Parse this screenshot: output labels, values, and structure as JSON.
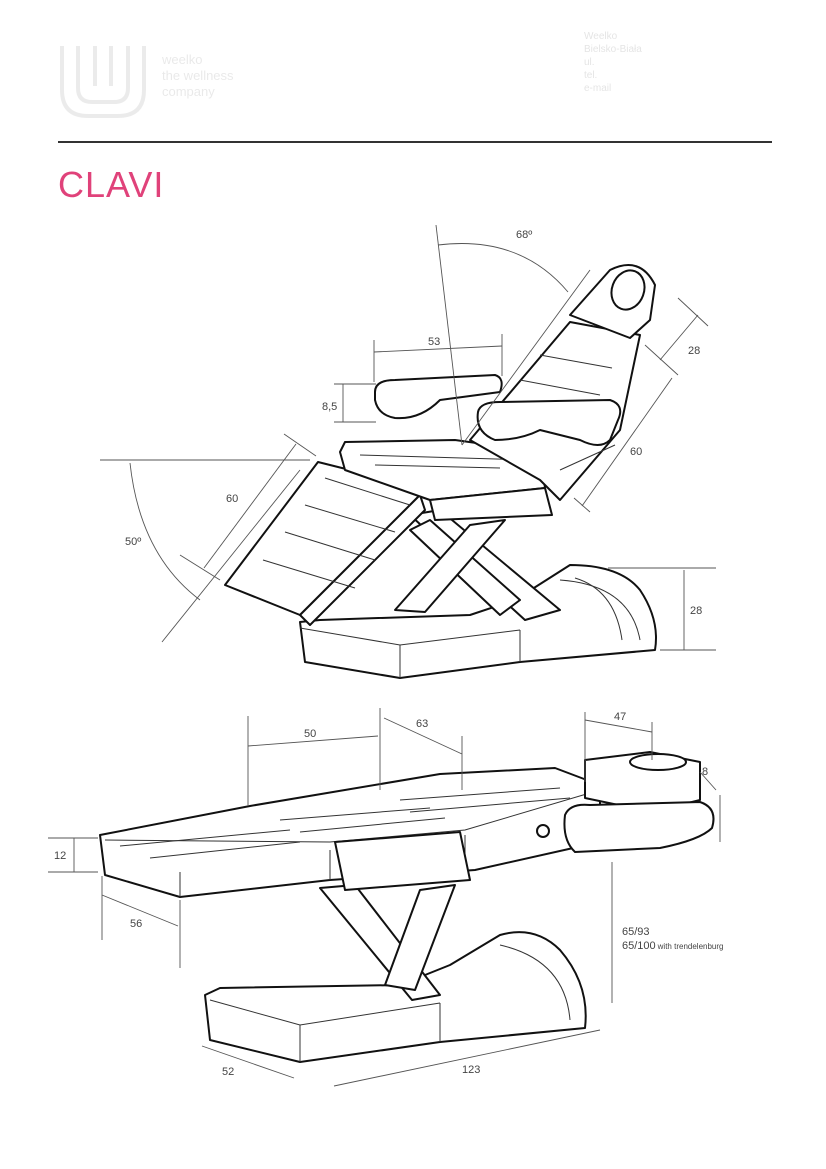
{
  "brand": {
    "logo_lines": [
      "weelko",
      "the wellness",
      "company"
    ],
    "contact_lines": [
      "Weelko",
      "Bielsko-Biała",
      "ul.",
      "tel.",
      "e-mail"
    ]
  },
  "title": "CLAVI",
  "diagram_top": {
    "angle_backrest": "68º",
    "armrest_length": "53",
    "armrest_height": "8,5",
    "headrest_length": "28",
    "backrest_length": "60",
    "legrest_length": "60",
    "angle_legrest": "50º",
    "base_height": "28"
  },
  "diagram_bottom": {
    "seat_length": "50",
    "back_length": "63",
    "headrest_length": "47",
    "headrest_width": "8",
    "cushion_thickness": "12",
    "width": "56",
    "height": "65/93",
    "height_trendelenburg_value": "65/100",
    "height_trendelenburg_note": "with trendelenburg",
    "base_width": "52",
    "total_length": "123"
  },
  "colors": {
    "accent": "#e0427a",
    "line": "#111111"
  }
}
